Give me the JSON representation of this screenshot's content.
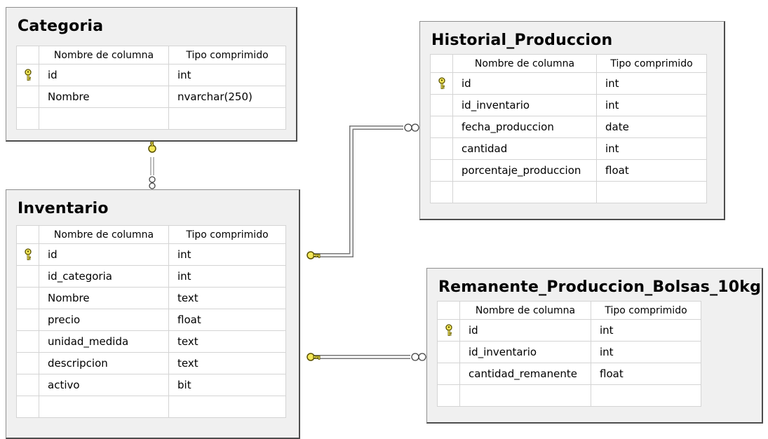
{
  "columns_header": {
    "name": "Nombre de columna",
    "type": "Tipo comprimido"
  },
  "tables": {
    "categoria": {
      "title": "Categoria",
      "rows": [
        {
          "name": "id",
          "type": "int",
          "pk": true
        },
        {
          "name": "Nombre",
          "type": "nvarchar(250)",
          "pk": false
        }
      ]
    },
    "historial": {
      "title": "Historial_Produccion",
      "rows": [
        {
          "name": "id",
          "type": "int",
          "pk": true
        },
        {
          "name": "id_inventario",
          "type": "int",
          "pk": false
        },
        {
          "name": "fecha_produccion",
          "type": "date",
          "pk": false
        },
        {
          "name": "cantidad",
          "type": "int",
          "pk": false
        },
        {
          "name": "porcentaje_produccion",
          "type": "float",
          "pk": false
        }
      ]
    },
    "inventario": {
      "title": "Inventario",
      "rows": [
        {
          "name": "id",
          "type": "int",
          "pk": true
        },
        {
          "name": "id_categoria",
          "type": "int",
          "pk": false
        },
        {
          "name": "Nombre",
          "type": "text",
          "pk": false
        },
        {
          "name": "precio",
          "type": "float",
          "pk": false
        },
        {
          "name": "unidad_medida",
          "type": "text",
          "pk": false
        },
        {
          "name": "descripcion",
          "type": "text",
          "pk": false
        },
        {
          "name": "activo",
          "type": "bit",
          "pk": false
        }
      ]
    },
    "remanente": {
      "title": "Remanente_Produccion_Bolsas_10kg",
      "rows": [
        {
          "name": "id",
          "type": "int",
          "pk": true
        },
        {
          "name": "id_inventario",
          "type": "int",
          "pk": false
        },
        {
          "name": "cantidad_remanente",
          "type": "float",
          "pk": false
        }
      ]
    }
  },
  "colors": {
    "key_fill": "#f5e85a",
    "key_stroke": "#5a5200",
    "line": "#5a5a5a"
  }
}
